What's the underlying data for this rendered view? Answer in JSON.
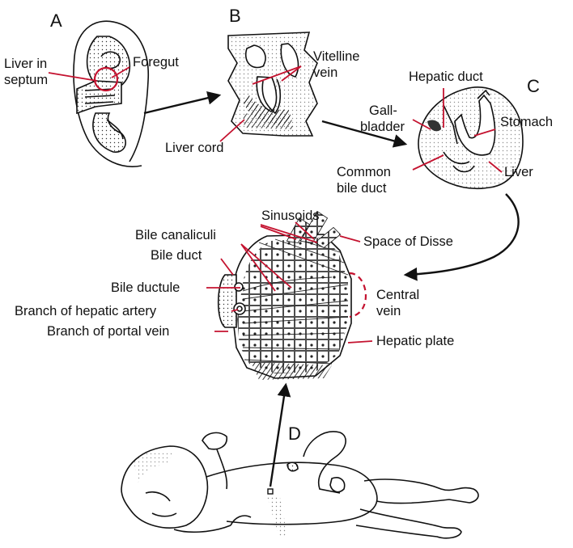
{
  "panels": {
    "a": "A",
    "b": "B",
    "c": "C",
    "d": "D"
  },
  "labels": {
    "liver_in_septum": [
      "Liver in",
      "septum"
    ],
    "foregut": "Foregut",
    "vitelline_vein": [
      "Vitelline",
      "vein"
    ],
    "liver_cord": "Liver cord",
    "hepatic_duct": "Hepatic duct",
    "gallbladder": [
      "Gall-",
      "bladder"
    ],
    "stomach": "Stomach",
    "common_bile_duct": [
      "Common",
      "bile duct"
    ],
    "liver": "Liver",
    "sinusoids": "Sinusoids",
    "space_of_disse": "Space of Disse",
    "bile_canaliculi": "Bile canaliculi",
    "bile_duct": "Bile duct",
    "bile_ductule": "Bile ductule",
    "central_vein": [
      "Central",
      "vein"
    ],
    "branch_hepatic_artery": "Branch of hepatic artery",
    "branch_portal_vein": "Branch of portal vein",
    "hepatic_plate": "Hepatic plate"
  },
  "colors": {
    "leader": "#c4122f",
    "ink": "#111111"
  }
}
